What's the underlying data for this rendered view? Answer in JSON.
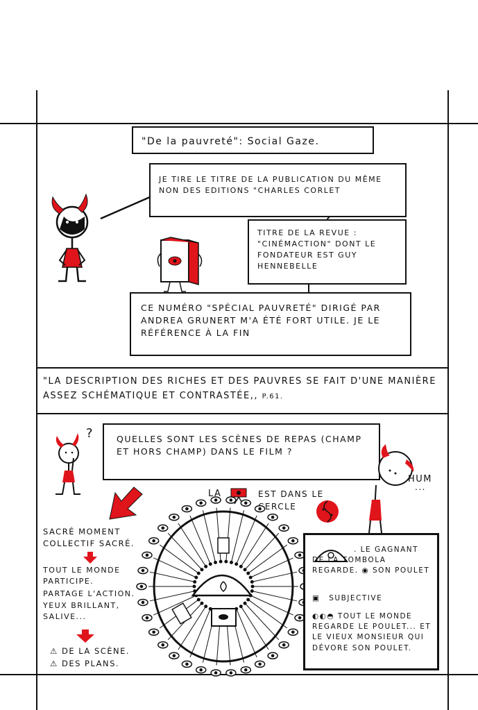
{
  "panel1": {
    "title": "\"De la pauvreté\": Social Gaze.",
    "speech1": "Je tire le titre de la publication du même non des editions \"Charles Corlet",
    "speech2": "Titre de la revue : \"CinémAction\" dont le fondateur est Guy Hennebelle",
    "speech3": "Ce numéro \"spécial pauvreté\" dirigé par Andrea Grunert m'a été fort utile. Je le référence à la fin"
  },
  "panel2": {
    "quote": "\"La description des riches et des pauvres se fait d'une manière assez schématique et contrastée,,",
    "page_ref": "P.61."
  },
  "panel3": {
    "question_mark": "?",
    "question": "Quelles sont les scènes de repas (champ et hors champ) dans le film ?",
    "hum": "Hum",
    "hum_dots": "...",
    "camera_caption_before": "La",
    "camera_caption_after": "est dans le cercle",
    "left_notes": {
      "line1": "Sacré moment collectif sacré.",
      "line2": "Tout le monde participe.",
      "line3": "Partage l'action.",
      "line4": "Yeux brillant, salive...",
      "warn1": "de la scène.",
      "warn2": "des plans.",
      "warn_symbol": "⚠"
    },
    "legend": {
      "item1": ". Le gagnant de la tombola regarde.",
      "item1_b": "son poulet",
      "item2": "subjective",
      "item3": "Tout le monde regarde le poulet... et le vieux monsieur qui dévore son poulet."
    }
  },
  "colors": {
    "ink": "#111111",
    "red": "#e0141b"
  }
}
